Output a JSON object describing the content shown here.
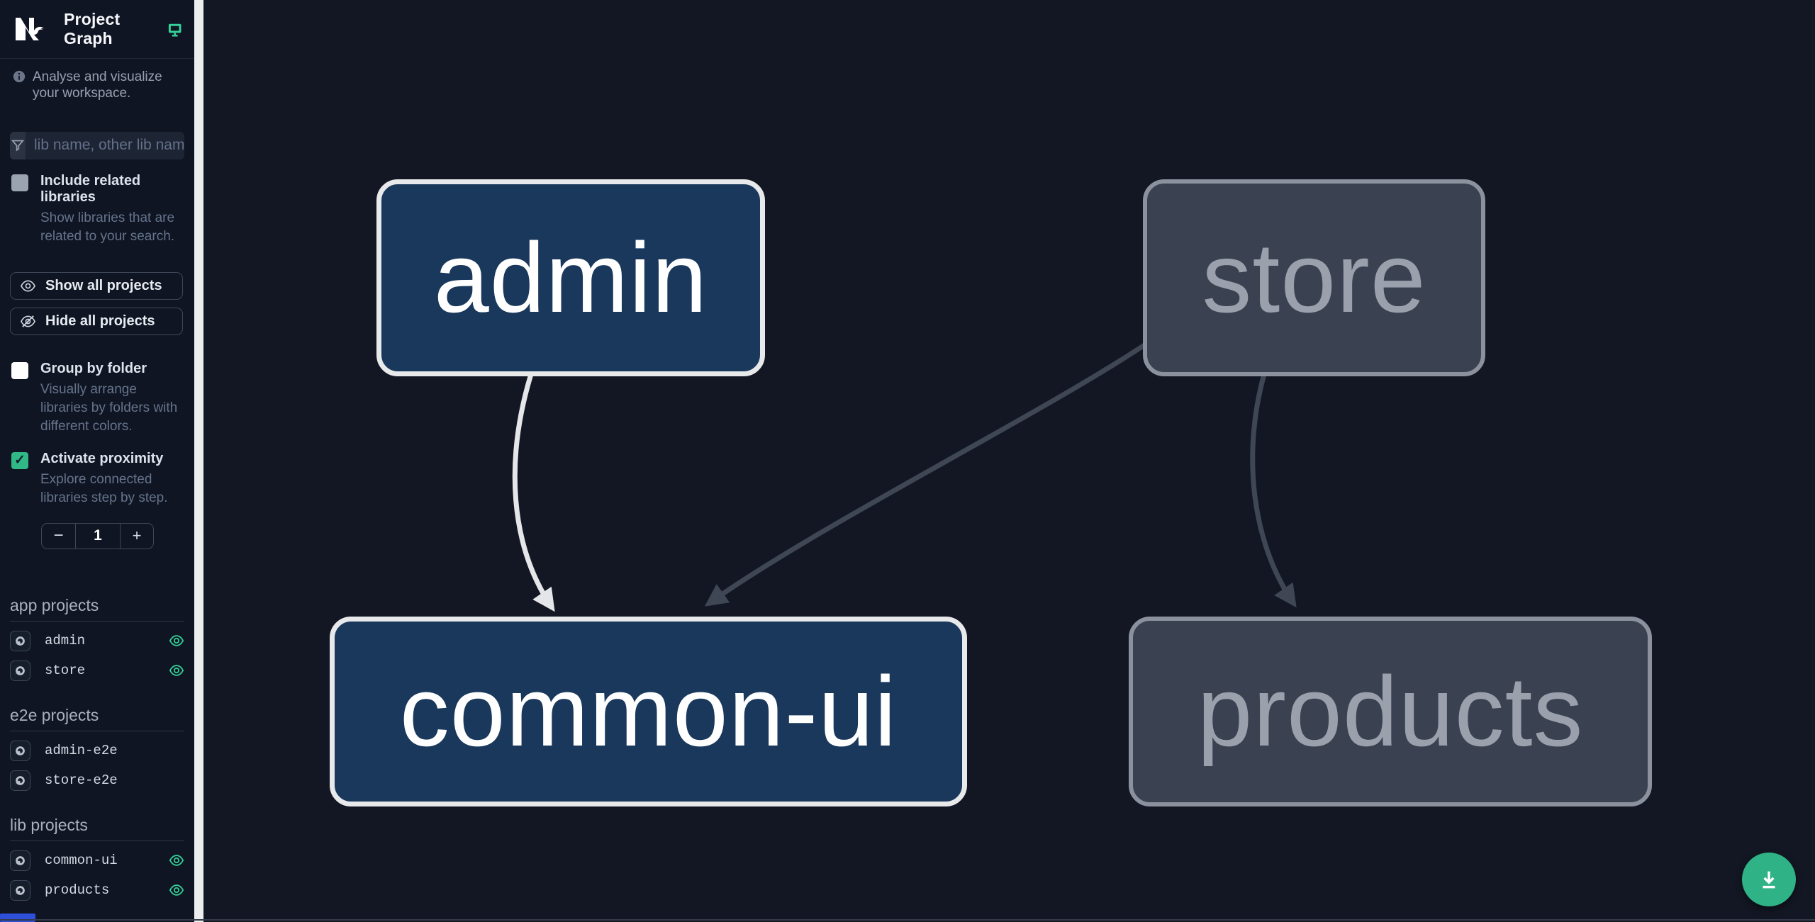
{
  "header": {
    "title": "Project Graph",
    "logo": "nx-logo",
    "right_icon": "monitor-icon"
  },
  "sidebar": {
    "tagline": "Analyse and visualize your workspace.",
    "filter": {
      "placeholder": "lib name, other lib name",
      "value": ""
    },
    "include_related": {
      "label": "Include related libraries",
      "description": "Show libraries that are related to your search.",
      "checked": false
    },
    "show_all_label": "Show all projects",
    "hide_all_label": "Hide all projects",
    "group_by_folder": {
      "label": "Group by folder",
      "description": "Visually arrange libraries by folders with different colors.",
      "checked": false
    },
    "activate_proximity": {
      "label": "Activate proximity",
      "description": "Explore connected libraries step by step.",
      "checked": true
    },
    "counter": {
      "decrement": "−",
      "value": "1",
      "increment": "+"
    },
    "sections": [
      {
        "title": "app projects",
        "items": [
          {
            "name": "admin",
            "visible": true
          },
          {
            "name": "store",
            "visible": true
          }
        ]
      },
      {
        "title": "e2e projects",
        "items": [
          {
            "name": "admin-e2e",
            "visible": false
          },
          {
            "name": "store-e2e",
            "visible": false
          }
        ]
      },
      {
        "title": "lib projects",
        "items": [
          {
            "name": "common-ui",
            "visible": true
          },
          {
            "name": "products",
            "visible": true
          }
        ]
      }
    ]
  },
  "graph": {
    "nodes": [
      {
        "label": "admin",
        "state": "focused"
      },
      {
        "label": "store",
        "state": "unfocused"
      },
      {
        "label": "common-ui",
        "state": "focused"
      },
      {
        "label": "products",
        "state": "unfocused"
      }
    ],
    "edges": [
      {
        "source": "admin",
        "target": "common-ui",
        "style": "light"
      },
      {
        "source": "store",
        "target": "common-ui",
        "style": "dark"
      },
      {
        "source": "store",
        "target": "products",
        "style": "dark"
      }
    ]
  },
  "colors": {
    "accent_green": "#34d399",
    "node_focused_fill": "#1a385c",
    "node_focused_border": "#e8e9ea",
    "node_unfocused_fill": "#3a4150",
    "node_unfocused_border": "#8b919d",
    "edge_light": "#e4e6e9",
    "edge_dark": "#3f4654",
    "fab_background": "#2fb286",
    "scroll_thumb": "#2e4fd7"
  }
}
